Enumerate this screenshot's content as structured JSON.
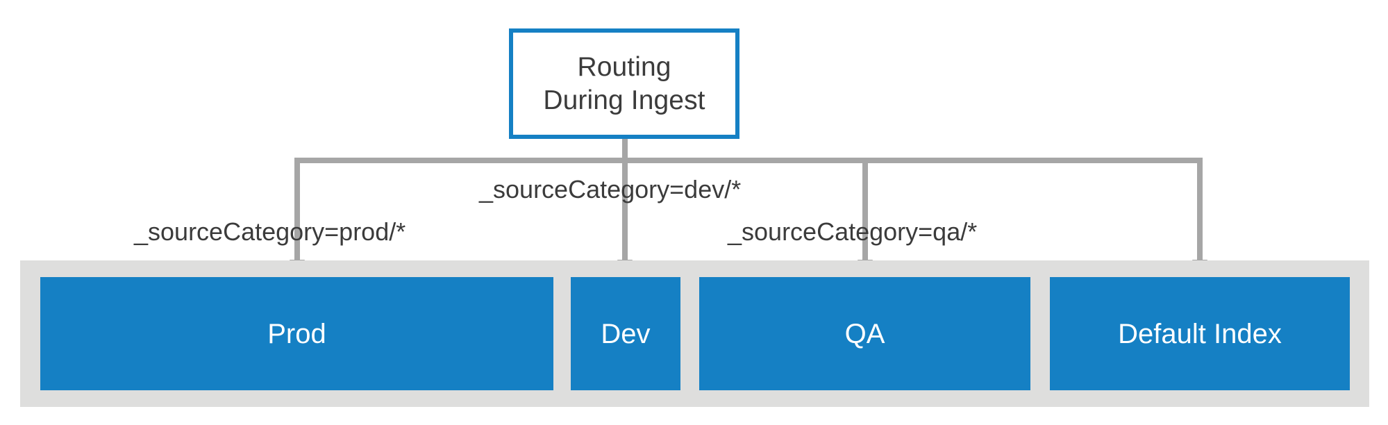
{
  "diagram": {
    "title": "Routing During Ingest",
    "source": {
      "name": "routing-during-ingest",
      "line1": "Routing",
      "line2": "During Ingest",
      "border_color": "#1580c4",
      "fill_color": "#ffffff",
      "text_color": "#3b3b3b"
    },
    "edges": [
      {
        "name": "edge-prod",
        "label": "_sourceCategory=prod/*",
        "target": "Prod"
      },
      {
        "name": "edge-dev",
        "label": "_sourceCategory=dev/*",
        "target": "Dev"
      },
      {
        "name": "edge-qa",
        "label": "_sourceCategory=qa/*",
        "target": "QA"
      },
      {
        "name": "edge-default",
        "label": "",
        "target": "Default Index"
      }
    ],
    "connector_color": "#a6a6a6",
    "index_band": {
      "name": "index-container",
      "fill_color": "#dededd",
      "boxes": [
        {
          "name": "index-prod",
          "label": "Prod",
          "fill_color": "#1580c4",
          "text_color": "#ffffff"
        },
        {
          "name": "index-dev",
          "label": "Dev",
          "fill_color": "#1580c4",
          "text_color": "#ffffff"
        },
        {
          "name": "index-qa",
          "label": "QA",
          "fill_color": "#1580c4",
          "text_color": "#ffffff"
        },
        {
          "name": "index-default",
          "label": "Default Index",
          "fill_color": "#1580c4",
          "text_color": "#ffffff"
        }
      ]
    }
  }
}
